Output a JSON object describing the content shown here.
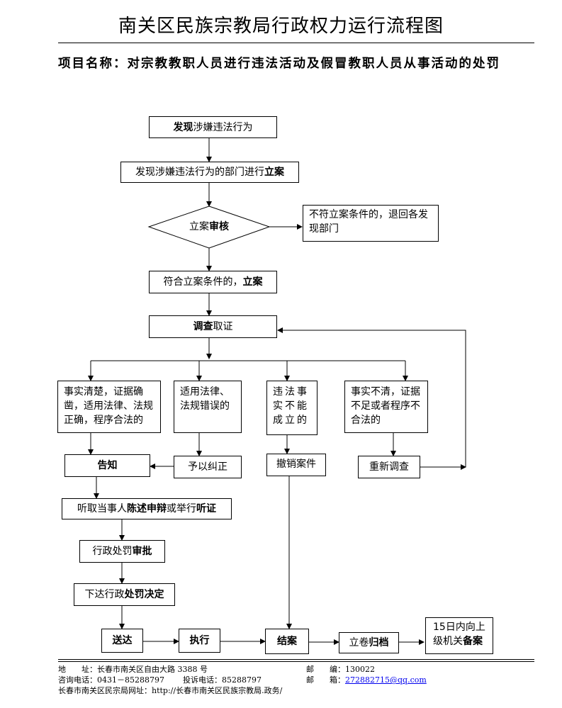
{
  "title": "南关区民族宗教局行政权力运行流程图",
  "project": "项目名称：对宗教教职人员进行违法活动及假冒教职人员从事活动的处罚",
  "nodes": {
    "discover_a": "发现",
    "discover_b": "涉嫌违法行为",
    "file_a": "发现涉嫌违法行为的部门进行",
    "file_b": "立案",
    "review_a": "立案",
    "review_b": "审核",
    "reject": "不符立案条件的，退回各发现部门",
    "accept_a": "符合立案条件的，",
    "accept_b": "立案",
    "investigate_a": "调查",
    "investigate_b": "取证",
    "facts_clear": "事实清楚，证据确凿，适用法律、法规正确，程序合法的",
    "law_error": "适用法律、法规错误的",
    "not_established": "违法事实不能成立的",
    "facts_unclear": "事实不清，证据不足或者程序不合法的",
    "notify": "告知",
    "correct": "予以纠正",
    "revoke": "撤销案件",
    "reinvestigate": "重新调查",
    "hearing_a": "听取当事人",
    "hearing_b": "陈述申辩",
    "hearing_c": "或举行",
    "hearing_d": "听证",
    "approve_a": "行政处罚",
    "approve_b": "审批",
    "decide_a": "下达行政",
    "decide_b": "处罚决定",
    "deliver": "送达",
    "execute": "执行",
    "close": "结案",
    "archive_a": "立卷",
    "archive_b": "归档",
    "record_a": "15日内向上级机关",
    "record_b": "备案"
  },
  "footer": {
    "address_label": "地　　址：",
    "address": "长春市南关区自由大路 3388 号",
    "postcode_label": "邮　　编：",
    "postcode": "130022",
    "phone_label": "咨询电话：",
    "phone": "0431－85288797",
    "complaint_label": "投诉电话：",
    "complaint": "85288797",
    "email_label": "邮　　箱：",
    "email": "272882715@qq.com",
    "website": "长春市南关区民宗局网址：http://长春市南关区民族宗教局.政务/"
  }
}
